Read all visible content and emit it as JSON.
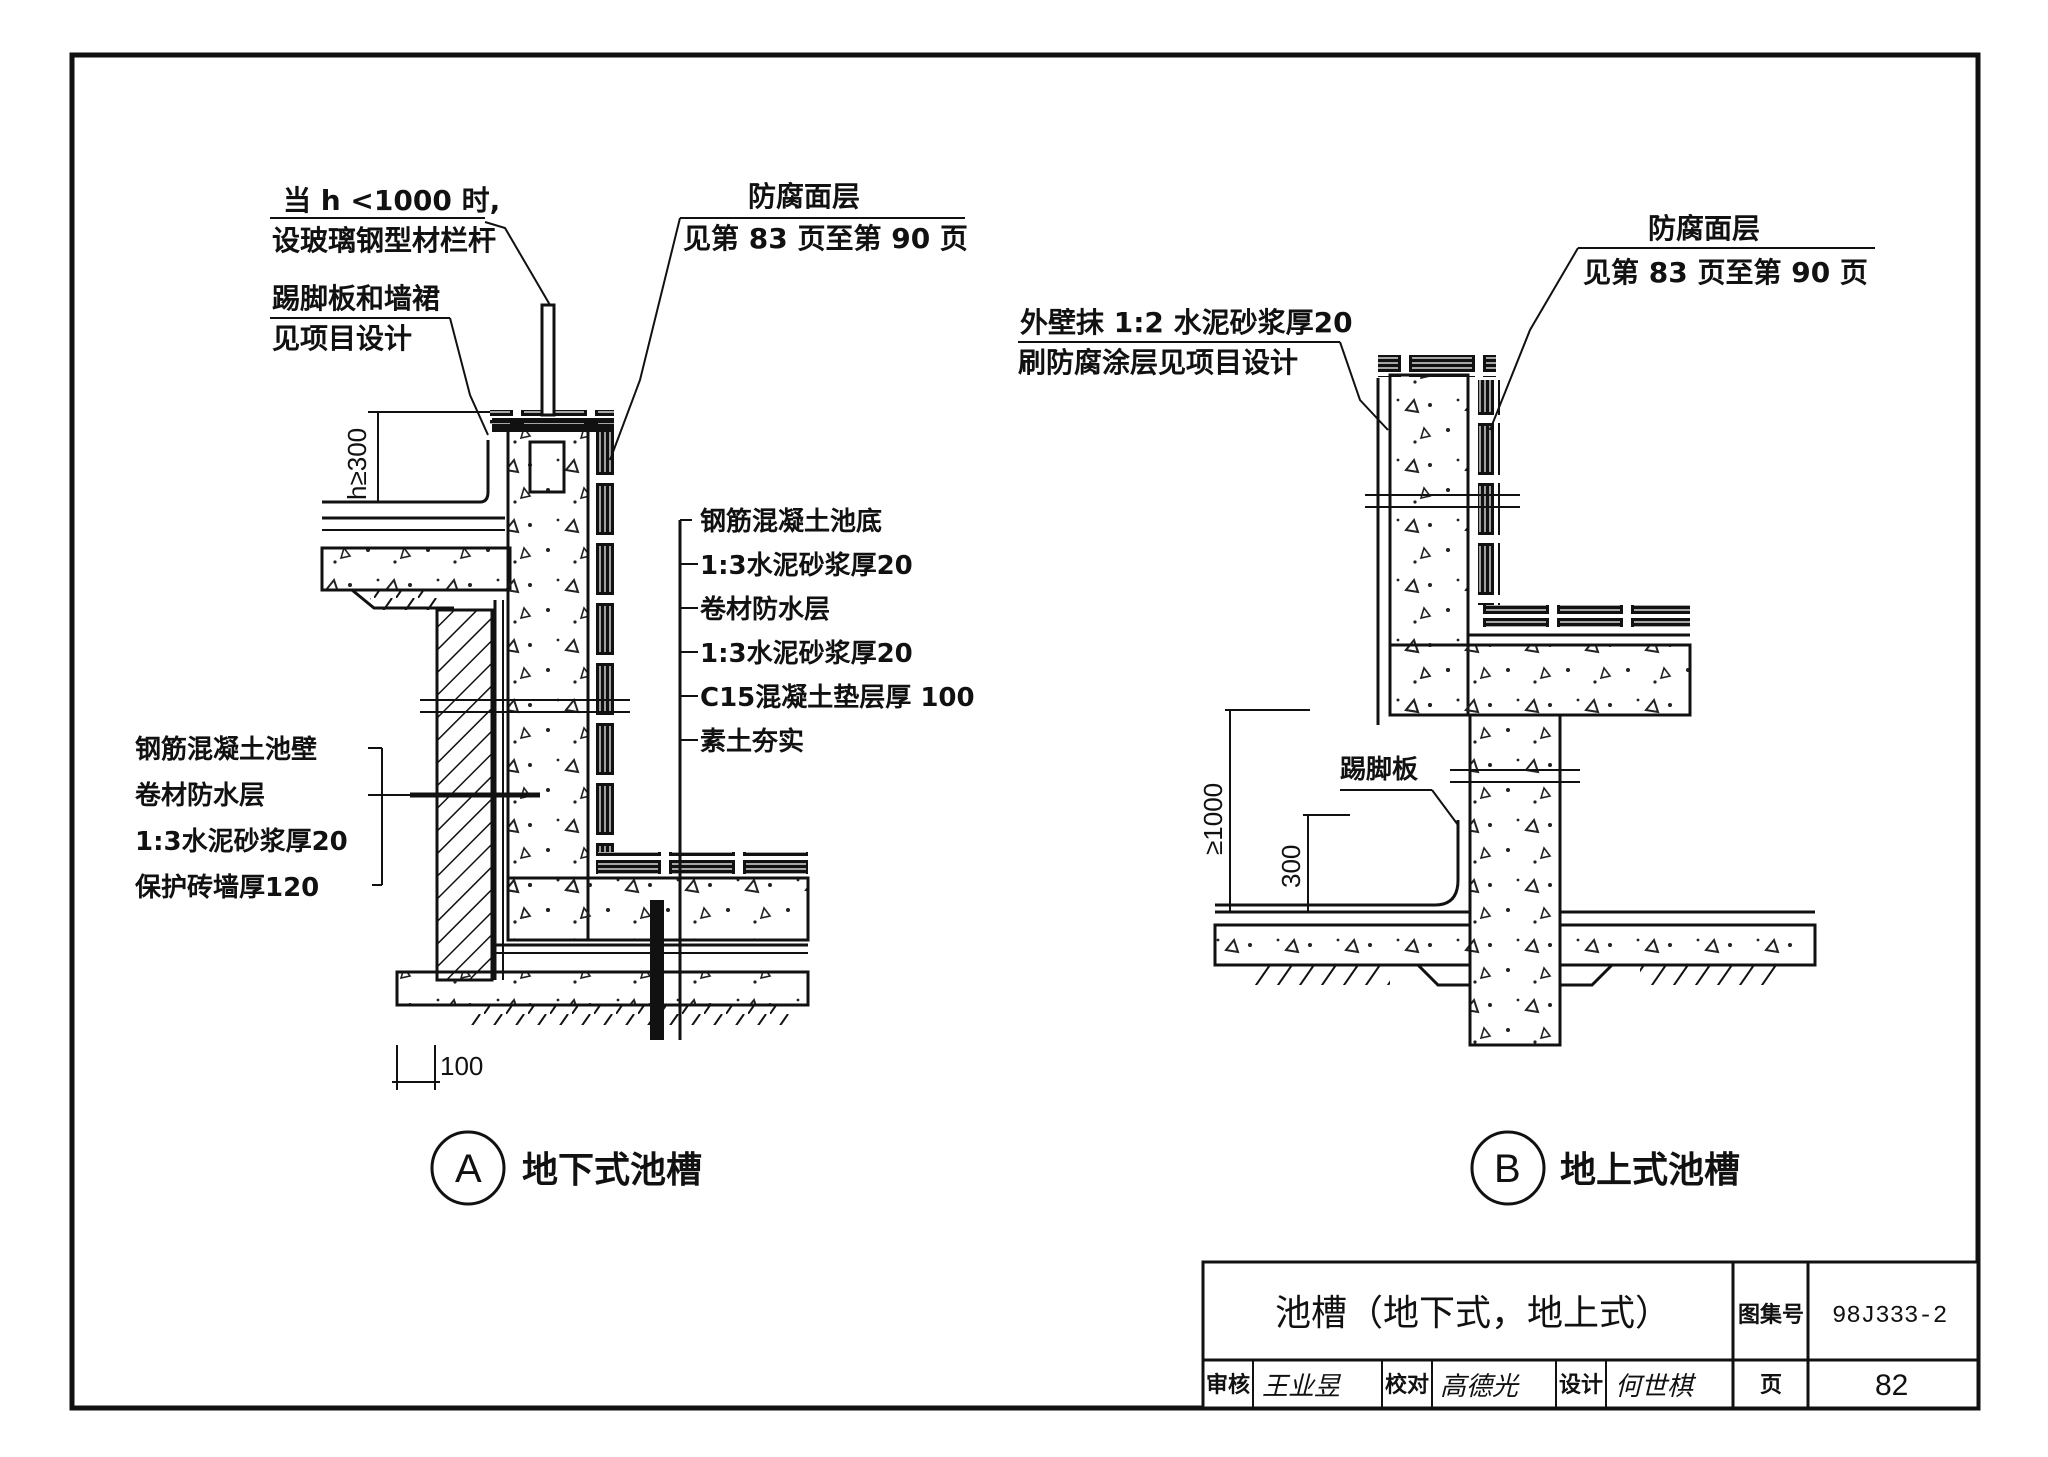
{
  "detail_a": {
    "caption_letter": "A",
    "caption": "地下式池槽",
    "railing_note_1": "当 h <1000 时,",
    "railing_note_2": "设玻璃钢型材栏杆",
    "skirting_note_1": "踢脚板和墙裙",
    "skirting_note_2": "见项目设计",
    "finish_note_1": "防腐面层",
    "finish_note_2": "见第 83 页至第 90 页",
    "height_dim": "h≥300",
    "width_dim": "100",
    "bottom_layers": [
      "钢筋混凝土池底",
      "1:3水泥砂浆厚20",
      "卷材防水层",
      "1:3水泥砂浆厚20",
      "C15混凝土垫层厚 100",
      "素土夯实"
    ],
    "wall_layers": [
      "钢筋混凝土池壁",
      "卷材防水层",
      "1:3水泥砂浆厚20",
      "保护砖墙厚120"
    ]
  },
  "detail_b": {
    "caption_letter": "B",
    "caption": "地上式池槽",
    "finish_note_1": "防腐面层",
    "finish_note_2": "见第 83 页至第 90 页",
    "wall_note_1": "外壁抹 1:2 水泥砂浆厚20",
    "wall_note_2": "刷防腐涂层见项目设计",
    "skirting": "踢脚板",
    "dim_1000": "≥1000",
    "dim_300": "300"
  },
  "title_block": {
    "title": "池槽（地下式，地上式）",
    "atlas_label": "图集号",
    "atlas_no": "98J333-2",
    "review_label": "审核",
    "review_sig": "王业昱",
    "check_label": "校对",
    "check_sig": "高德光",
    "design_label": "设计",
    "design_sig": "何世棋",
    "page_label": "页",
    "page_no": "82"
  }
}
